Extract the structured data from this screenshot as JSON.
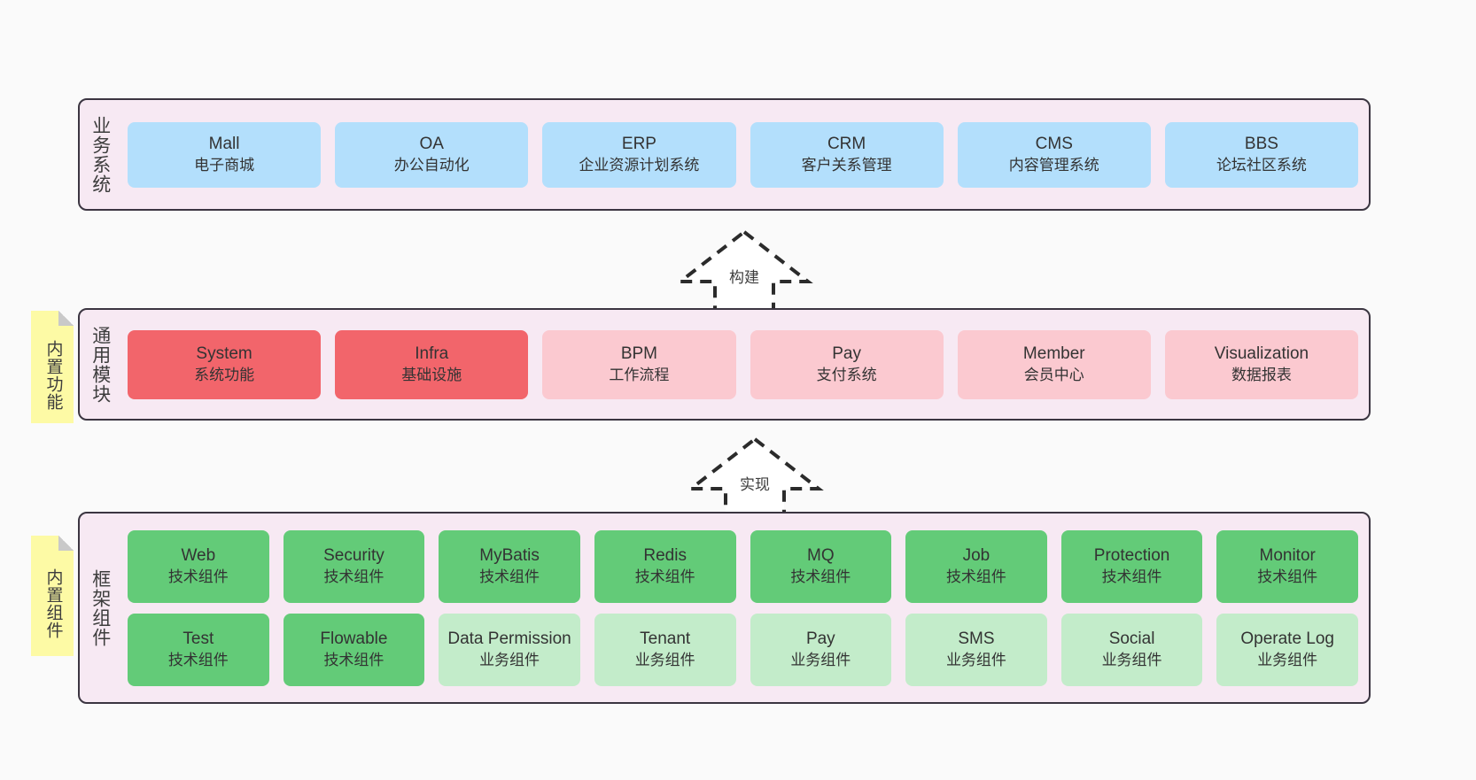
{
  "diagram": {
    "background_color": "#fafafa",
    "layer_fill": "#f7e9f3",
    "layer_border": "#3b3541",
    "sticky_color": "#fdfaa5"
  },
  "layers": [
    {
      "id": "business",
      "title": "业务系统",
      "accent": "#b3dffc",
      "rows": [
        {
          "cells": [
            {
              "name": "Mall",
              "sub": "电子商城",
              "fill": "#b3dffc"
            },
            {
              "name": "OA",
              "sub": "办公自动化",
              "fill": "#b3dffc"
            },
            {
              "name": "ERP",
              "sub": "企业资源计划系统",
              "fill": "#b3dffc"
            },
            {
              "name": "CRM",
              "sub": "客户关系管理",
              "fill": "#b3dffc"
            },
            {
              "name": "CMS",
              "sub": "内容管理系统",
              "fill": "#b3dffc"
            },
            {
              "name": "BBS",
              "sub": "论坛社区系统",
              "fill": "#b3dffc"
            }
          ]
        }
      ]
    },
    {
      "id": "common",
      "title": "通用模块",
      "sticky": "内置功能",
      "accent": "#f2656b",
      "rows": [
        {
          "cells": [
            {
              "name": "System",
              "sub": "系统功能",
              "fill": "#f2656b"
            },
            {
              "name": "Infra",
              "sub": "基础设施",
              "fill": "#f2656b"
            },
            {
              "name": "BPM",
              "sub": "工作流程",
              "fill": "#fbc9d0"
            },
            {
              "name": "Pay",
              "sub": "支付系统",
              "fill": "#fbc9d0"
            },
            {
              "name": "Member",
              "sub": "会员中心",
              "fill": "#fbc9d0"
            },
            {
              "name": "Visualization",
              "sub": "数据报表",
              "fill": "#fbc9d0"
            }
          ]
        }
      ]
    },
    {
      "id": "framework",
      "title": "框架组件",
      "sticky": "内置组件",
      "accent": "#63cb78",
      "rows": [
        {
          "cells": [
            {
              "name": "Web",
              "sub": "技术组件",
              "fill": "#63cb78"
            },
            {
              "name": "Security",
              "sub": "技术组件",
              "fill": "#63cb78"
            },
            {
              "name": "MyBatis",
              "sub": "技术组件",
              "fill": "#63cb78"
            },
            {
              "name": "Redis",
              "sub": "技术组件",
              "fill": "#63cb78"
            },
            {
              "name": "MQ",
              "sub": "技术组件",
              "fill": "#63cb78"
            },
            {
              "name": "Job",
              "sub": "技术组件",
              "fill": "#63cb78"
            },
            {
              "name": "Protection",
              "sub": "技术组件",
              "fill": "#63cb78"
            },
            {
              "name": "Monitor",
              "sub": "技术组件",
              "fill": "#63cb78"
            }
          ]
        },
        {
          "cells": [
            {
              "name": "Test",
              "sub": "技术组件",
              "fill": "#63cb78"
            },
            {
              "name": "Flowable",
              "sub": "技术组件",
              "fill": "#63cb78"
            },
            {
              "name": "Data Permission",
              "sub": "业务组件",
              "fill": "#c3ecca"
            },
            {
              "name": "Tenant",
              "sub": "业务组件",
              "fill": "#c3ecca"
            },
            {
              "name": "Pay",
              "sub": "业务组件",
              "fill": "#c3ecca"
            },
            {
              "name": "SMS",
              "sub": "业务组件",
              "fill": "#c3ecca"
            },
            {
              "name": "Social",
              "sub": "业务组件",
              "fill": "#c3ecca"
            },
            {
              "name": "Operate Log",
              "sub": "业务组件",
              "fill": "#c3ecca"
            }
          ]
        }
      ]
    }
  ],
  "arrows": [
    {
      "id": "build",
      "label": "构建",
      "direction": "up",
      "style": "dashed-hollow",
      "from": "common",
      "to": "business"
    },
    {
      "id": "impl",
      "label": "实现",
      "direction": "up",
      "style": "dashed-hollow",
      "from": "framework",
      "to": "common"
    }
  ]
}
